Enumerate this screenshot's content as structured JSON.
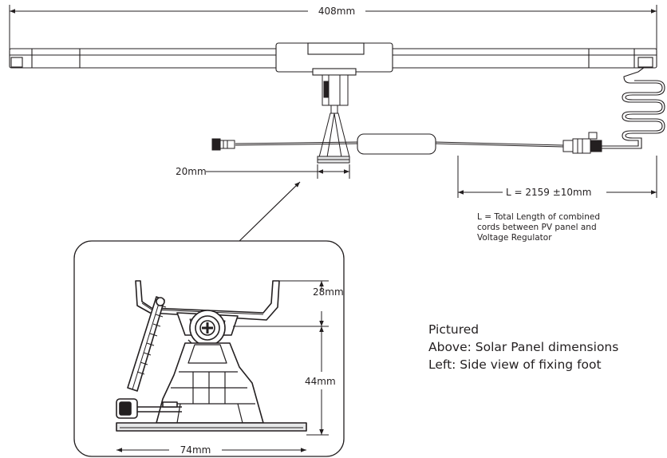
{
  "dimensions": {
    "panel_width": "408mm",
    "foot_width": "20mm",
    "cord_length": "L = 2159 ±10mm",
    "foot_top_height": "28mm",
    "foot_bottom_height": "44mm",
    "foot_base_width": "74mm"
  },
  "cord_note": {
    "lines": [
      "L = Total Length of combined",
      "cords between PV panel and",
      "Voltage Regulator"
    ]
  },
  "caption": {
    "heading": "Pictured",
    "line1": "Above: Solar Panel dimensions",
    "line2": "Left: Side view of fixing foot"
  }
}
